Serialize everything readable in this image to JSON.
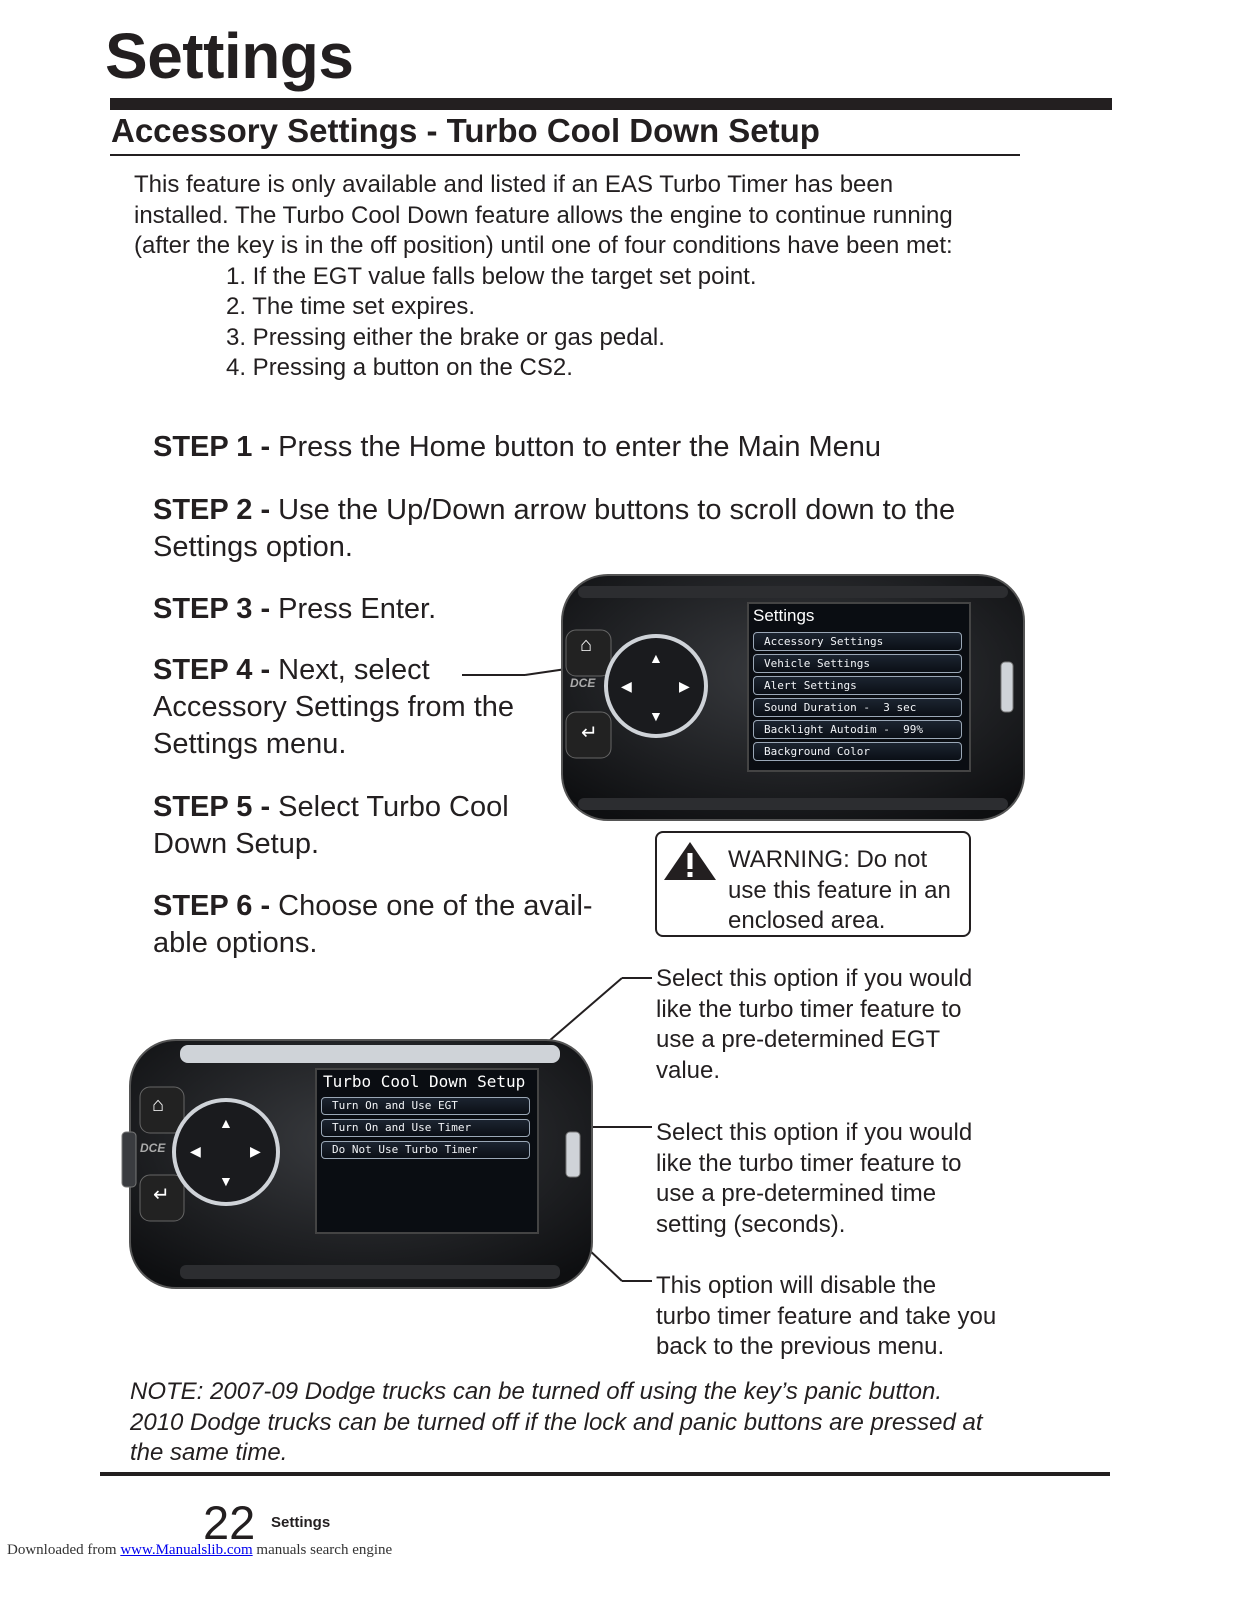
{
  "page": {
    "title": "Settings",
    "subtitle": "Accessory Settings - Turbo Cool Down Setup"
  },
  "intro": {
    "paragraph_lines": [
      "This feature is only available and listed if an EAS Turbo Timer has been",
      "installed.  The Turbo Cool Down feature allows the engine to continue running",
      "(after the key is in the off position) until one of four conditions have been met:"
    ],
    "conditions": [
      "1. If the EGT value falls below the target set point.",
      "2. The time set expires.",
      "3. Pressing either the brake or gas pedal.",
      "4. Pressing a button on the CS2."
    ]
  },
  "steps": {
    "s1": {
      "label": "STEP 1 -",
      "text": " Press the Home button to enter the Main Menu"
    },
    "s2": {
      "label": "STEP 2 -",
      "text": " Use the Up/Down arrow buttons to scroll down to the",
      "text2": "Settings option."
    },
    "s3": {
      "label": "STEP 3 -",
      "text": " Press Enter."
    },
    "s4": {
      "label": "STEP 4 -",
      "text": " Next, select",
      "text2": "Accessory Settings from the",
      "text3": "Settings menu."
    },
    "s5": {
      "label": "STEP 5 -",
      "text": " Select Turbo Cool",
      "text2": "Down Setup."
    },
    "s6": {
      "label": "STEP 6 -",
      "text": " Choose one of the avail-",
      "text2": "able options."
    }
  },
  "device1": {
    "brand": "DCE",
    "screen_title": "Settings",
    "menu": [
      "Accessory Settings",
      "Vehicle Settings",
      "Alert Settings",
      "Sound Duration -  3 sec",
      "Backlight Autodim -  99%",
      "Background Color"
    ]
  },
  "device2": {
    "brand": "DCE",
    "screen_title": "Turbo Cool Down Setup",
    "menu": [
      "Turn On and Use EGT",
      "Turn On and Use Timer",
      "Do Not Use Turbo Timer"
    ]
  },
  "warning": {
    "icon": "warning-triangle-icon",
    "lines": [
      "WARNING: Do not",
      "use this feature in an",
      "enclosed area."
    ]
  },
  "callouts": {
    "egt": [
      "Select this option if you would",
      "like the turbo timer feature to",
      "use a pre-determined EGT",
      "value."
    ],
    "timer": [
      "Select this option if you would",
      "like the turbo timer feature to",
      "use a pre-determined time",
      "setting (seconds)."
    ],
    "disable": [
      "This option will disable the",
      "turbo timer feature and take you",
      "back to the previous menu."
    ]
  },
  "note": {
    "lines": [
      "NOTE:  2007-09 Dodge trucks can be turned off using the key’s panic button.",
      "2010 Dodge trucks can be turned off if the lock and panic buttons are pressed at",
      "the same time."
    ]
  },
  "footer": {
    "page_number": "22",
    "section": "Settings",
    "downloaded_from": "Downloaded from ",
    "site": "www.Manualslib.com",
    "tagline": " manuals search engine"
  },
  "colors": {
    "text": "#231f20",
    "device_body": "#1e1f22",
    "screen_bg": "#0a0d12",
    "menu_border": "#9aa7b6"
  }
}
